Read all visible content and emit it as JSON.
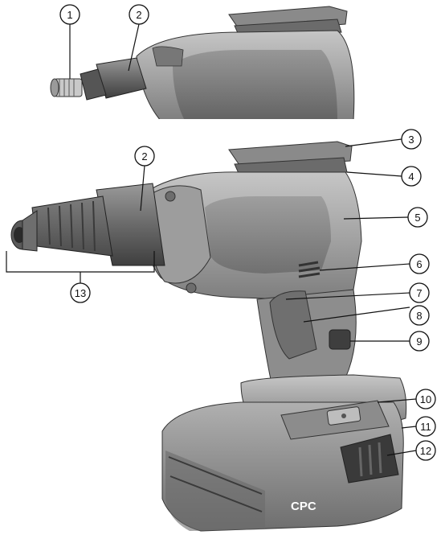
{
  "brand_label": "CPC",
  "callouts": [
    {
      "id": "1",
      "label": "1"
    },
    {
      "id": "2a",
      "label": "2"
    },
    {
      "id": "2b",
      "label": "2"
    },
    {
      "id": "3",
      "label": "3"
    },
    {
      "id": "4",
      "label": "4"
    },
    {
      "id": "5",
      "label": "5"
    },
    {
      "id": "6",
      "label": "6"
    },
    {
      "id": "7",
      "label": "7"
    },
    {
      "id": "8",
      "label": "8"
    },
    {
      "id": "9",
      "label": "9"
    },
    {
      "id": "10",
      "label": "10"
    },
    {
      "id": "11",
      "label": "11"
    },
    {
      "id": "12",
      "label": "12"
    },
    {
      "id": "13",
      "label": "13"
    }
  ],
  "colors": {
    "body_light": "#b3b3b3",
    "body_mid": "#8f8f8f",
    "body_dark": "#5c5c5c",
    "grip": "#7a7a7a",
    "outline": "#222222"
  }
}
